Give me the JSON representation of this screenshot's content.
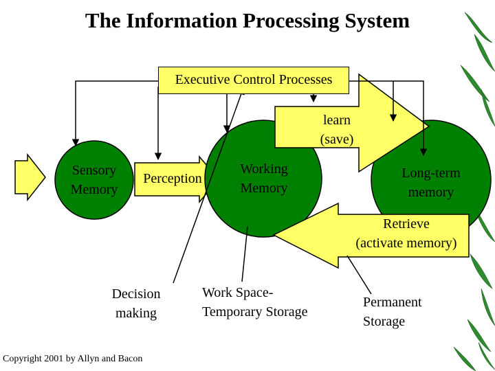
{
  "slide": {
    "title": "The Information Processing System",
    "copyright": "Copyright 2001 by Allyn and Bacon"
  },
  "nodes": {
    "executive": "Executive Control Processes",
    "sensory": [
      "Sensory",
      "Memory"
    ],
    "perception": "Perception",
    "working": [
      "Working",
      "Memory"
    ],
    "longterm": [
      "Long-term",
      "memory"
    ]
  },
  "arrows": {
    "learn": [
      "learn",
      "(save)"
    ],
    "retrieve": [
      "Retrieve",
      "(activate memory)"
    ]
  },
  "annotations": {
    "decision": [
      "Decision",
      "making"
    ],
    "workspace": [
      "Work Space-",
      "Temporary Storage"
    ],
    "permanent": [
      "Permanent",
      "Storage"
    ]
  },
  "colors": {
    "circle_fill": "#008000",
    "arrow_fill": "#ffff66",
    "box_fill": "#ffff66",
    "foliage": "#2e8b2e"
  }
}
